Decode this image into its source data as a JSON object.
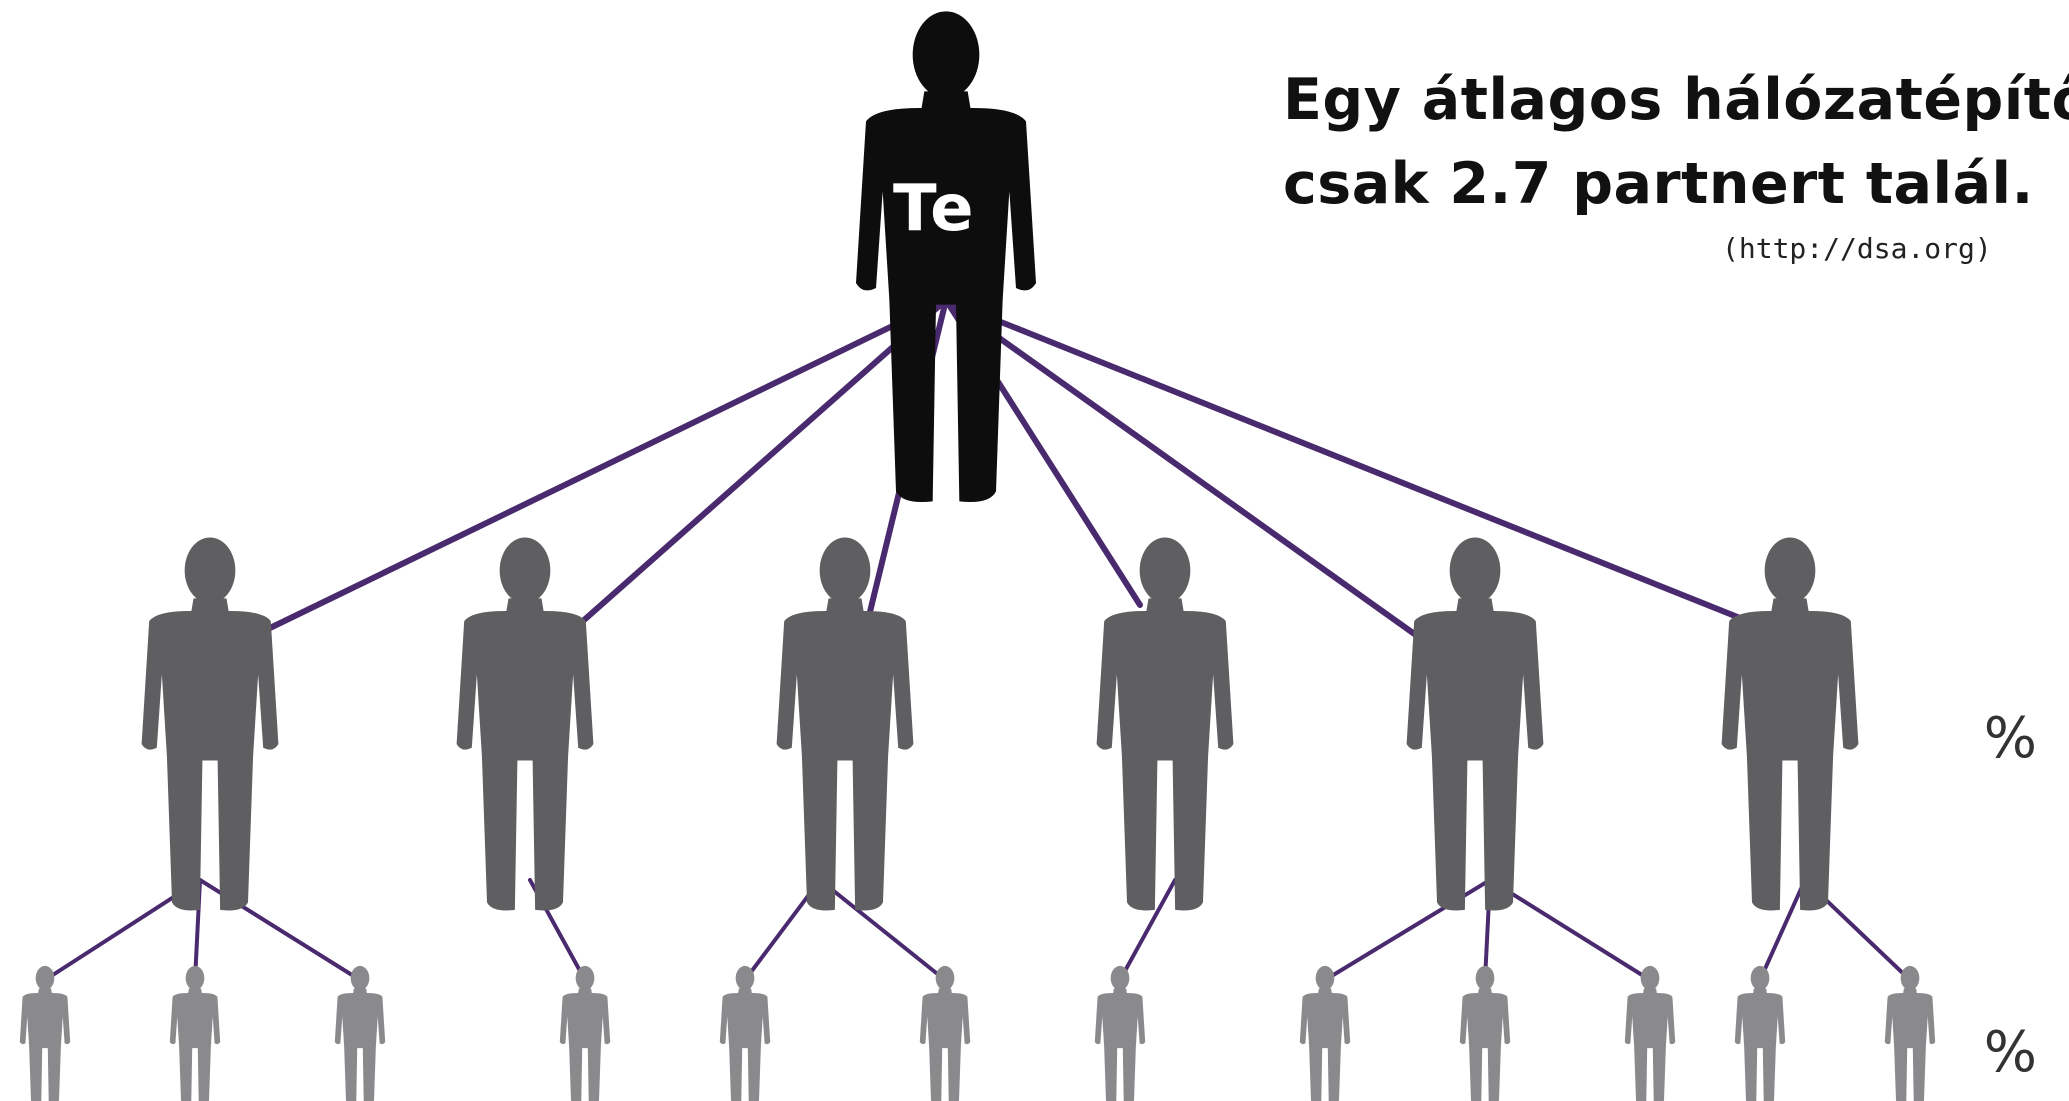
{
  "title": {
    "line1": "Egy átlagos hálózatépítő",
    "line2": "csak 2.7 partnert talál.",
    "source": "(http://dsa.org)"
  },
  "root": {
    "label": "Te"
  },
  "levels": [
    {
      "name": "level-1",
      "marker": "%"
    },
    {
      "name": "level-2",
      "marker": "%"
    }
  ],
  "colors": {
    "connector": "#4a2a6e",
    "root_figure": "#0d0d0d",
    "level1_figure": "#5f5f61",
    "level2_figure": "#8a8a8c"
  },
  "tree": {
    "level1_count": 6,
    "children_per_level1": [
      3,
      1,
      2,
      1,
      3,
      2
    ]
  }
}
